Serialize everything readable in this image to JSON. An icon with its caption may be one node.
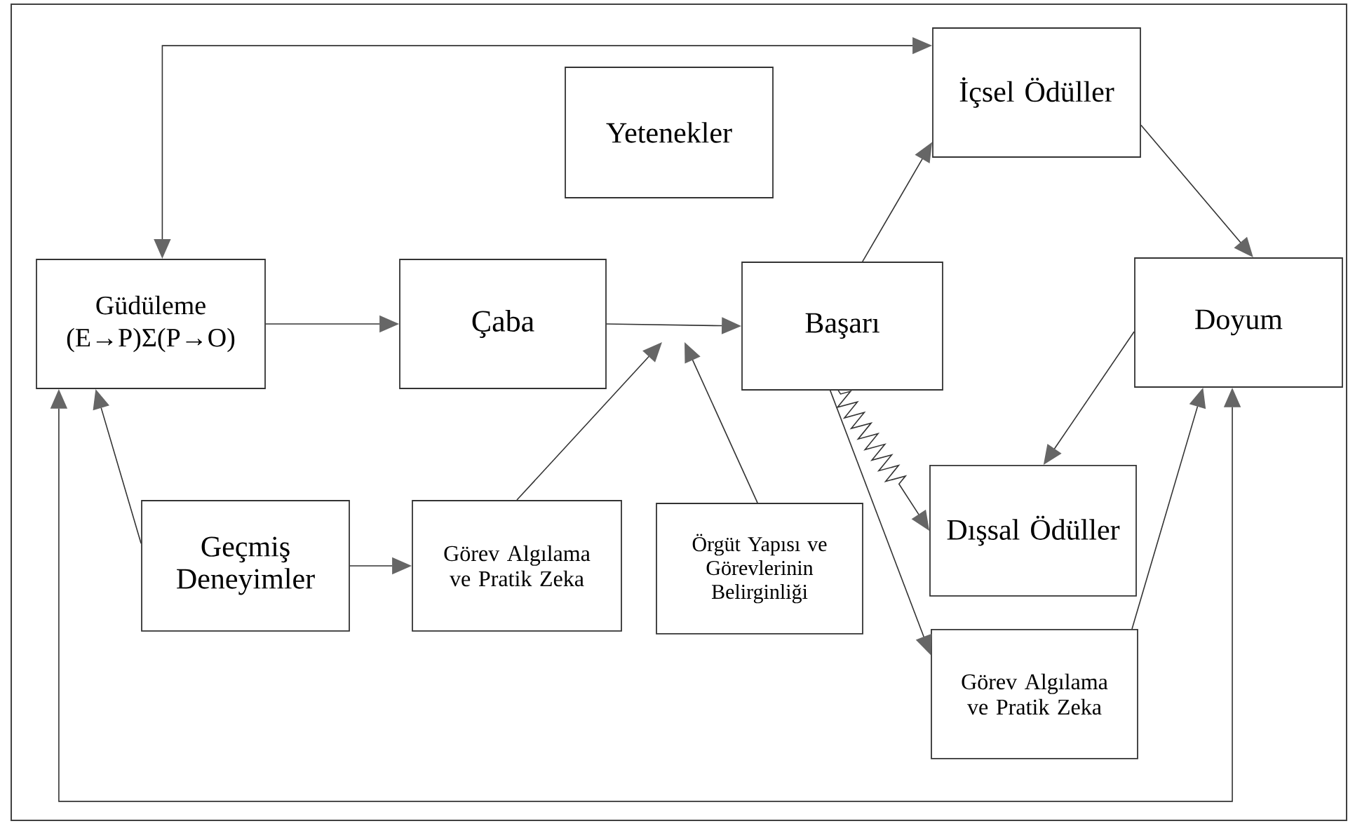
{
  "diagram": {
    "nodes": [
      {
        "text": [
          "Güdüleme",
          "(E→P)Σ(P→O)"
        ]
      },
      {
        "text": [
          "Çaba"
        ]
      },
      {
        "text": [
          "Yetenekler"
        ]
      },
      {
        "text": [
          "İçsel Ödüller"
        ]
      },
      {
        "text": [
          "Başarı"
        ]
      },
      {
        "text": [
          "Doyum"
        ]
      },
      {
        "text": [
          "Geçmiş Deneyimler"
        ]
      },
      {
        "text": [
          "Görev Algılama ve Pratik Zeka"
        ]
      },
      {
        "text": [
          "Örgüt Yapısı ve Görevlerinin Belirginliği"
        ]
      },
      {
        "text": [
          "Dışsal Ödüller"
        ]
      },
      {
        "text": [
          "Görev Algılama ve Pratik Zeka"
        ]
      }
    ],
    "edges": [
      {
        "from": 0,
        "to": 3,
        "arrow": "both"
      },
      {
        "from": 0,
        "to": 1,
        "arrow": "to"
      },
      {
        "from": 1,
        "to": 4,
        "arrow": "to"
      },
      {
        "from": 7,
        "to": null,
        "arrow": "to"
      },
      {
        "from": 8,
        "to": null,
        "arrow": "to"
      },
      {
        "from": 4,
        "to": 3,
        "arrow": "to"
      },
      {
        "from": 3,
        "to": 5,
        "arrow": "to"
      },
      {
        "from": 5,
        "to": 9,
        "arrow": "to"
      },
      {
        "from": 4,
        "to": 9,
        "arrow": "to"
      },
      {
        "from": 4,
        "to": 10,
        "arrow": "to"
      },
      {
        "from": 10,
        "to": 5,
        "arrow": "to"
      },
      {
        "from": 6,
        "to": 0,
        "arrow": "to"
      },
      {
        "from": 6,
        "to": 7,
        "arrow": "to"
      },
      {
        "from": 0,
        "to": 5,
        "arrow": "both"
      }
    ]
  }
}
